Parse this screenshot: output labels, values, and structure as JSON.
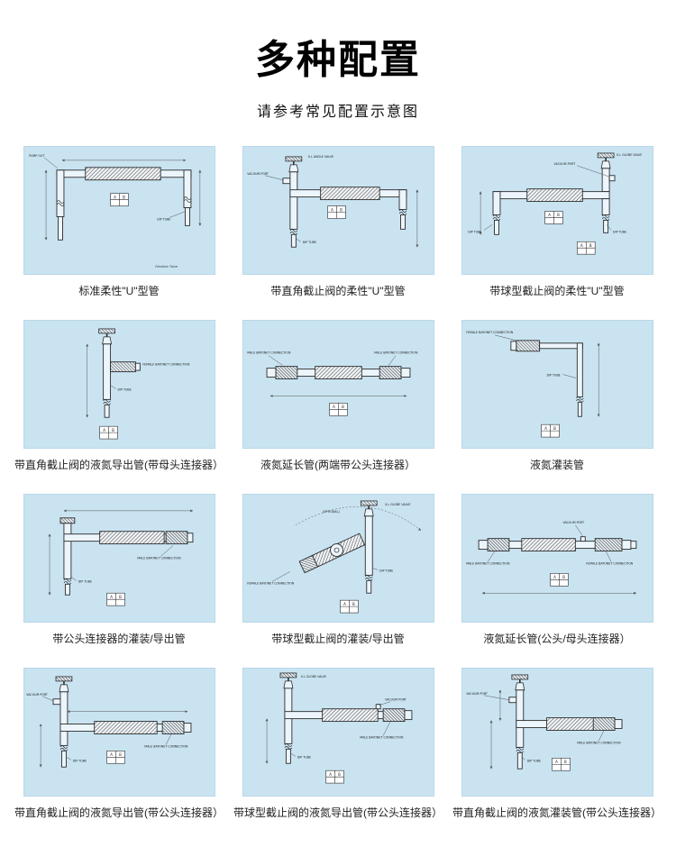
{
  "page": {
    "title": "多种配置",
    "subtitle": "请参考常见配置示意图"
  },
  "dim_letters": [
    "A",
    "B"
  ],
  "panels": [
    {
      "caption": "标准柔性\"U\"型管",
      "labels": {
        "l1": "PUMP OUT",
        "l2": "DIP TUBE",
        "l3": "Flexible Tube"
      }
    },
    {
      "caption": "带直角截止阀的柔性\"U\"型管",
      "labels": {
        "l1": "VACUUM PORT",
        "l2": "X.L ANGLE VALVE",
        "l3": "DIP TUBE"
      }
    },
    {
      "caption": "带球型截止阀的柔性\"U\"型管",
      "labels": {
        "l1": "X.L GLOBE VALVE",
        "l2": "VACUUM PORT",
        "l3": "DIP TUBE"
      }
    },
    {
      "caption": "带直角截止阀的液氮导出管(带母头连接器）",
      "labels": {
        "l1": "FEMALE BAYONET CONNECTION",
        "l2": "DIP TUBE"
      }
    },
    {
      "caption": "液氮延长管(两端带公头连接器）",
      "labels": {
        "l1": "MALE BAYONET CONNECTION",
        "l2": "MALE BAYONET CONNECTION"
      }
    },
    {
      "caption": "液氮灌装管",
      "labels": {
        "l1": "FEMALE BAYONET CONNECTION",
        "l2": "DIP TUBE"
      }
    },
    {
      "caption": "带公头连接器的灌装/导出管",
      "labels": {
        "l1": "MALE BAYONET CONNECTION",
        "l2": "DIP TUBE"
      }
    },
    {
      "caption": "带球型截止阀的灌装/导出管",
      "labels": {
        "l1": "X.L GLOBE VALVE",
        "l2": "FEMALE BAYONET CONNECTION",
        "l3": "DIP TUBE",
        "l4": "(OPTIONAL)"
      }
    },
    {
      "caption": "液氮延长管(公头/母头连接器）",
      "labels": {
        "l1": "VACUUM PORT",
        "l2": "MALE BAYONET CONNECTION",
        "l3": "FEMALE BAYONET CONNECTION"
      }
    },
    {
      "caption": "带直角截止阀的液氮导出管(带公头连接器）",
      "labels": {
        "l1": "VACUUM PORT",
        "l2": "MALE BAYONET CONNECTION",
        "l3": "DIP TUBE"
      }
    },
    {
      "caption": "带球型截止阀的液氮导出管(带公头连接器）",
      "labels": {
        "l1": "X.L GLOBE VALVE",
        "l2": "VACUUM PORT",
        "l3": "MALE BAYONET CONNECTION",
        "l4": "DIP TUBE"
      }
    },
    {
      "caption": "带直角截止阀的液氮灌装管(带公头连接器）",
      "labels": {
        "l1": "VACUUM PORT",
        "l2": "MALE BAYONET CONNECTION",
        "l3": "DIP TUBE"
      }
    }
  ]
}
